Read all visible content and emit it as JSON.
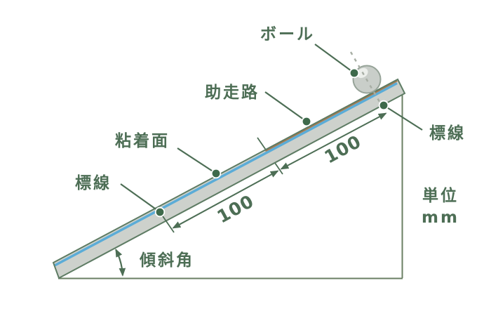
{
  "figure": {
    "title_semantic": "inclined-plane-ball-experiment-diagram",
    "labels": {
      "ball": "ボール",
      "runway": "助走路",
      "adhesive_surface": "粘着面",
      "mark_line_left": "標線",
      "mark_line_right": "標線",
      "incline_angle": "傾斜角",
      "unit_line1": "単位",
      "unit_line2": "mm"
    },
    "dimensions": {
      "upper_length": "100",
      "lower_length": "100"
    },
    "colors": {
      "annotation_green": "#4d6e55",
      "board_fill": "#cdd1cc",
      "board_outline": "#5e7c64",
      "adhesive_blue": "#5bacd7",
      "runway_brown": "#a8794e",
      "ball_fill": "#c9cec9",
      "ball_outline": "#96a398",
      "ball_highlight": "#ecefeb",
      "dashed_gray": "#a7aea4",
      "frame_olive": "#6a7f63",
      "dot_green": "#3e6a4b"
    }
  }
}
